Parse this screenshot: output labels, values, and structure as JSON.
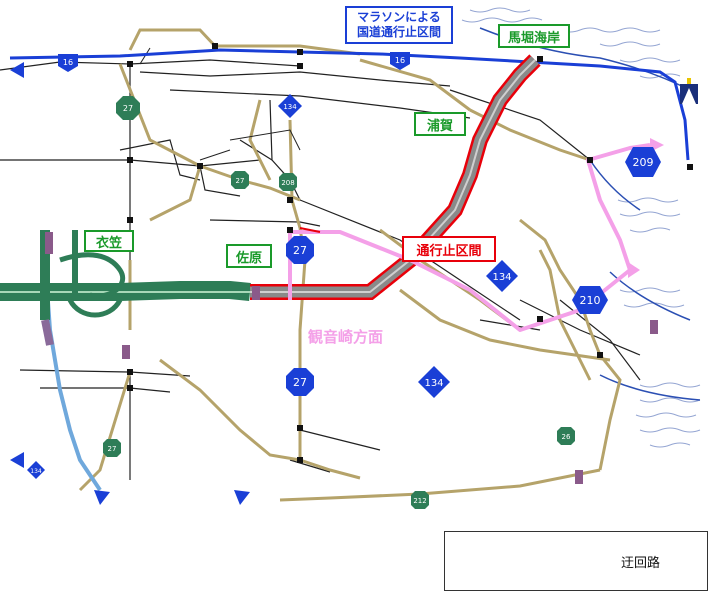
{
  "colors": {
    "detour": "#f4a0e8",
    "closed": "#e8000a",
    "national_route": "#1a3fd6",
    "expressway": "#2e7d57",
    "toll_road": "#8a8a8a",
    "road_olive": "#b5a36a",
    "road_black": "#222222",
    "label_green": "#1a9a2a",
    "coast": "#2b4fb3"
  },
  "callouts": {
    "marathon_line1": "マラソンによる",
    "marathon_line2": "国道通行止区間",
    "closed_section": "通行止区間",
    "kannonzaki_direction": "観音崎方面"
  },
  "places": {
    "umahori_kaigan": "馬堀海岸",
    "uraga": "浦賀",
    "kinugasa": "衣笠",
    "sahara": "佐原"
  },
  "route_shields": {
    "r16": "16",
    "r27a": "27",
    "r27b": "27",
    "r27c": "27",
    "r27d": "27",
    "r27e": "27",
    "r134a": "134",
    "r134b": "134",
    "r134c": "134",
    "r134d": "134",
    "r209": "209",
    "r210": "210",
    "r26": "26",
    "r212": "212",
    "r208": "208"
  },
  "legend": {
    "detour_label": "迂回路"
  }
}
